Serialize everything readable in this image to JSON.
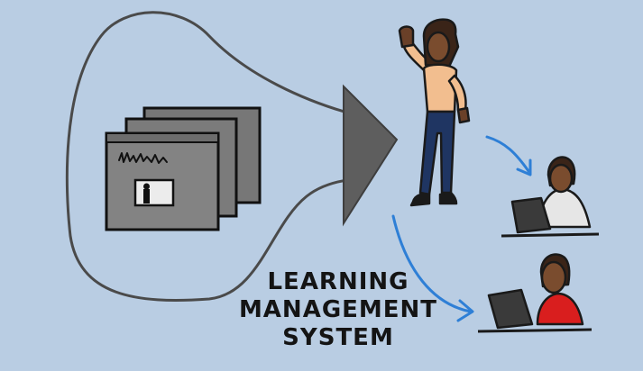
{
  "caption": {
    "line1": "LEARNING",
    "line2": "MANAGEMENT",
    "line3": "SYSTEM"
  },
  "colors": {
    "background": "#b9cde3",
    "outline": "#4a4a4a",
    "funnel_arrow": "#5e5e5e",
    "screen_gray": "#7f7f7f",
    "skin": "#f2be8f",
    "hair": "#3a2418",
    "jeans": "#1f3562",
    "connector_arrow": "#2e7fd6",
    "student_top_shirt": "#e6e6e6",
    "student_bottom_shirt": "#d91e1e"
  }
}
